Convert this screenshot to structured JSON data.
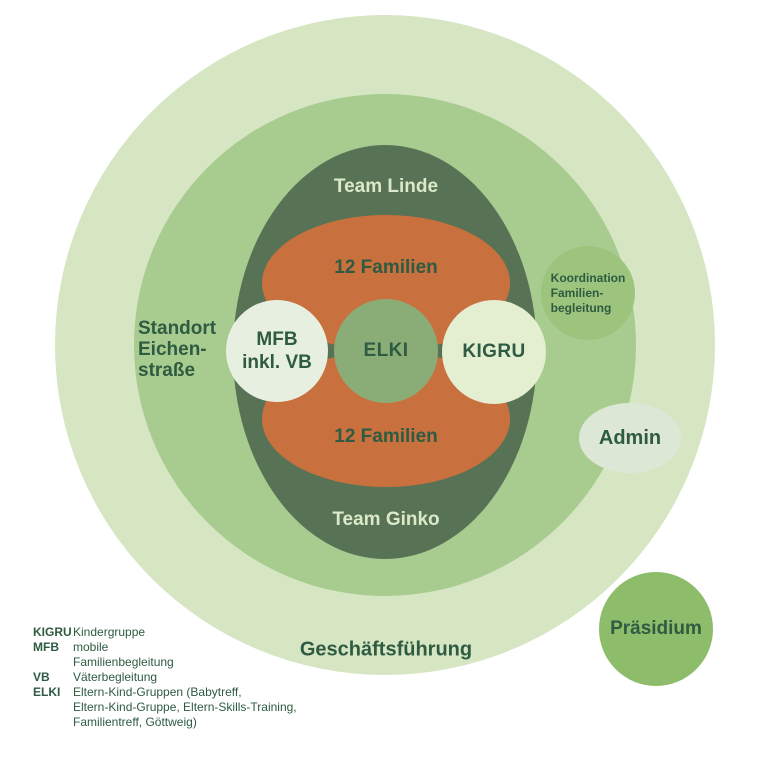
{
  "colors": {
    "outer_ring": "#d6e6c3",
    "middle_ring": "#a8cc8f",
    "teams_ellipse": "#577254",
    "families_ellipse": "#c9703f",
    "mfb_circle": "#e7f0e0",
    "elki_circle": "#8aad78",
    "kigru_circle": "#e4efd2",
    "koordination_circle": "#9cc47d",
    "admin_ellipse": "#dde7d5",
    "praesidium_circle": "#8dbd6b",
    "dark_text": "#2e5b41",
    "light_text": "#dbe9c8"
  },
  "diagram": {
    "outer_ring_label": "Geschäftsführung",
    "middle_ring_label_lines": [
      "Standort",
      "Eichen-",
      "straße"
    ],
    "team_top_label": "Team Linde",
    "team_bottom_label": "Team Ginko",
    "families_top_label": "12 Familien",
    "families_bottom_label": "12 Familien",
    "mfb_lines": [
      "MFB",
      "inkl. VB"
    ],
    "elki_label": "ELKI",
    "kigru_label": "KIGRU",
    "koordination_lines": [
      "Koordination",
      "Familien-",
      "begleitung"
    ],
    "admin_label": "Admin",
    "praesidium_label": "Präsidium"
  },
  "legend": {
    "items": [
      {
        "term": "KIGRU",
        "definition": "Kindergruppe"
      },
      {
        "term": "MFB",
        "definition": "mobile\nFamilienbegleitung"
      },
      {
        "term": "VB",
        "definition": "Väterbegleitung"
      },
      {
        "term": "ELKI",
        "definition": "Eltern-Kind-Gruppen (Babytreff,\nEltern-Kind-Gruppe, Eltern-Skills-Training,\nFamilientreff, Göttweig)"
      }
    ]
  }
}
